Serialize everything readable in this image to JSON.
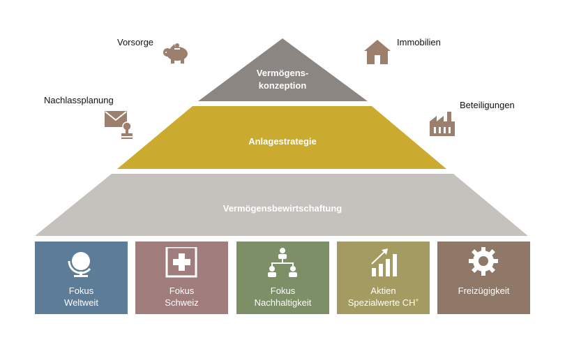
{
  "pyramid": {
    "top": {
      "line1": "Vermögens-",
      "line2": "konzeption",
      "color": "#8b8682"
    },
    "middle": {
      "label": "Anlagestrategie",
      "color": "#cbab2f"
    },
    "bottom": {
      "label": "Vermögensbewirtschaftung",
      "color": "#c5c1bd"
    }
  },
  "side_labels": {
    "vorsorge": "Vorsorge",
    "immobilien": "Immobilien",
    "nachlassplanung": "Nachlassplanung",
    "beteiligungen": "Beteiligungen"
  },
  "icon_color": "#9c7f6c",
  "tiles": [
    {
      "line1": "Fokus",
      "line2": "Weltweit",
      "icon": "globe-icon",
      "color": "#5c7c97"
    },
    {
      "line1": "Fokus",
      "line2": "Schweiz",
      "icon": "swiss-cross-icon",
      "color": "#a07c7c"
    },
    {
      "line1": "Fokus",
      "line2": "Nachhaltigkeit",
      "icon": "org-chart-icon",
      "color": "#7c8f67"
    },
    {
      "line1": "Aktien",
      "line2": "Spezialwerte CH",
      "line2_sup": "+",
      "icon": "growth-chart-icon",
      "color": "#a39b61"
    },
    {
      "line1": "Freizügigkeit",
      "line2": "",
      "icon": "gear-icon",
      "color": "#907868"
    }
  ]
}
